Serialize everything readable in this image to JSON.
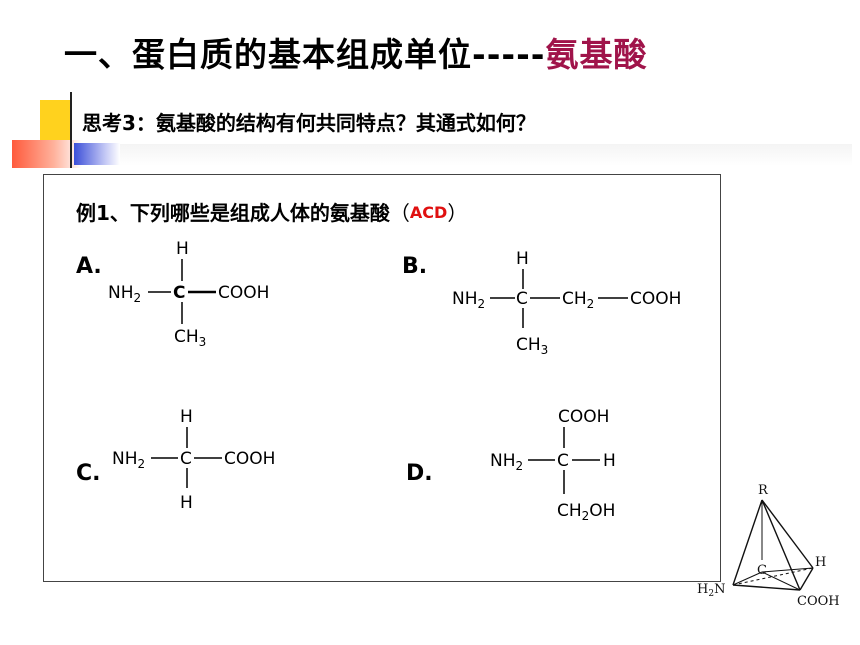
{
  "title": {
    "main": "一、蛋白质的基本组成单位-----",
    "highlight": "氨基酸"
  },
  "question": "思考3：氨基酸的结构有何共同特点？其通式如何？",
  "example": {
    "text": "例1、下列哪些是组成人体的氨基酸",
    "open_paren": "（",
    "answer": "ACD",
    "close_paren": "）"
  },
  "options": {
    "a": {
      "label": "A.",
      "nh2": "NH",
      "nh2_sub": "2",
      "top": "H",
      "c": "C",
      "right": "COOH",
      "bottom": "CH",
      "bottom_sub": "3"
    },
    "b": {
      "label": "B.",
      "nh2": "NH",
      "nh2_sub": "2",
      "top": "H",
      "c": "C",
      "mid": "CH",
      "mid_sub": "2",
      "right": "COOH",
      "bottom": "CH",
      "bottom_sub": "3"
    },
    "c": {
      "label": "C.",
      "nh2": "NH",
      "nh2_sub": "2",
      "top": "H",
      "c": "C",
      "right": "COOH",
      "bottom": "H"
    },
    "d": {
      "label": "D.",
      "nh2": "NH",
      "nh2_sub": "2",
      "top": "COOH",
      "c": "C",
      "right": "H",
      "bottom": "CH",
      "bottom_sub": "2",
      "bottom_tail": "OH"
    }
  },
  "tetrahedron": {
    "r": "R",
    "c": "C",
    "h": "H",
    "n": "H",
    "n_sub": "2",
    "n_tail": "N",
    "cooh": "COOH"
  }
}
